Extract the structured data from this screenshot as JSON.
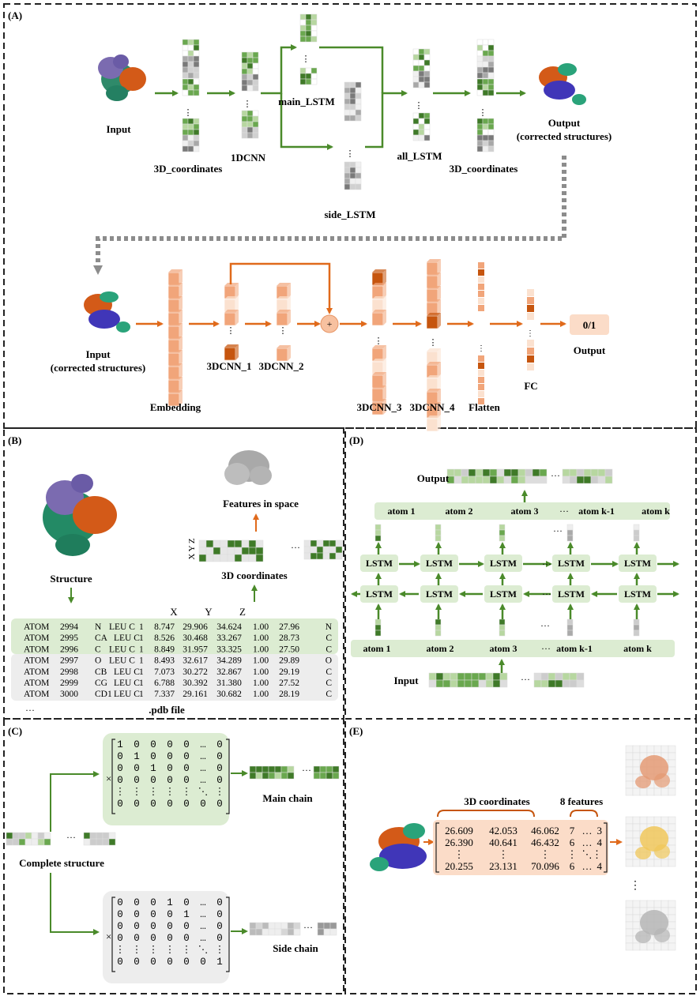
{
  "panels": {
    "a": "(A)",
    "b": "(B)",
    "c": "(C)",
    "d": "(D)",
    "e": "(E)"
  },
  "panelA": {
    "input": "Input",
    "coords_in": "3D_coordinates",
    "cnn": "1DCNN",
    "main_lstm": "main_LSTM",
    "side_lstm": "side_LSTM",
    "all_lstm": "all_LSTM",
    "coords_out": "3D_coordinates",
    "output_line1": "Output",
    "output_line2": "(corrected structures)",
    "input2_line1": "Input",
    "input2_line2": "(corrected structures)",
    "embedding": "Embedding",
    "cnn1": "3DCNN_1",
    "cnn2": "3DCNN_2",
    "plus": "+",
    "cnn3": "3DCNN_3",
    "cnn4": "3DCNN_4",
    "flatten": "Flatten",
    "fc": "FC",
    "result": "0/1",
    "output": "Output",
    "dots": "⋮"
  },
  "panelB": {
    "structure": "Structure",
    "features": "Features in space",
    "xyz_axis": "X Y Z",
    "coords": "3D coordinates",
    "ellipsis": "···",
    "col_x": "X",
    "col_y": "Y",
    "col_z": "Z",
    "rows": [
      [
        "ATOM",
        "2994",
        "N",
        "LEU C",
        "1",
        "8.747",
        "29.906",
        "34.624",
        "1.00",
        "27.96",
        "N"
      ],
      [
        "ATOM",
        "2995",
        "CA",
        "LEU C",
        "1",
        "8.526",
        "30.468",
        "33.267",
        "1.00",
        "28.73",
        "C"
      ],
      [
        "ATOM",
        "2996",
        "C",
        "LEU C",
        "1",
        "8.849",
        "31.957",
        "33.325",
        "1.00",
        "27.50",
        "C"
      ],
      [
        "ATOM",
        "2997",
        "O",
        "LEU C",
        "1",
        "8.493",
        "32.617",
        "34.289",
        "1.00",
        "29.89",
        "O"
      ],
      [
        "ATOM",
        "2998",
        "CB",
        "LEU C",
        "1",
        "7.073",
        "30.272",
        "32.867",
        "1.00",
        "29.19",
        "C"
      ],
      [
        "ATOM",
        "2999",
        "CG",
        "LEU C",
        "1",
        "6.788",
        "30.392",
        "31.380",
        "1.00",
        "27.52",
        "C"
      ],
      [
        "ATOM",
        "3000",
        "CD1",
        "LEU C",
        "1",
        "7.337",
        "29.161",
        "30.682",
        "1.00",
        "28.19",
        "C"
      ]
    ],
    "more": "···",
    "file": ".pdb file"
  },
  "panelC": {
    "complete": "Complete structure",
    "main_chain": "Main chain",
    "side_chain": "Side chain",
    "times": "×",
    "ellipsis": "···",
    "main_matrix": [
      [
        "1",
        "0",
        "0",
        "0",
        "0",
        "…",
        "0"
      ],
      [
        "0",
        "1",
        "0",
        "0",
        "0",
        "…",
        "0"
      ],
      [
        "0",
        "0",
        "1",
        "0",
        "0",
        "…",
        "0"
      ],
      [
        "0",
        "0",
        "0",
        "0",
        "0",
        "…",
        "0"
      ],
      [
        "⋮",
        "⋮",
        "⋮",
        "⋮",
        "⋮",
        "⋱",
        "⋮"
      ],
      [
        "0",
        "0",
        "0",
        "0",
        "0",
        "0",
        "0"
      ]
    ],
    "side_matrix": [
      [
        "0",
        "0",
        "0",
        "1",
        "0",
        "…",
        "0"
      ],
      [
        "0",
        "0",
        "0",
        "0",
        "1",
        "…",
        "0"
      ],
      [
        "0",
        "0",
        "0",
        "0",
        "0",
        "…",
        "0"
      ],
      [
        "0",
        "0",
        "0",
        "0",
        "0",
        "…",
        "0"
      ],
      [
        "⋮",
        "⋮",
        "⋮",
        "⋮",
        "⋮",
        "⋱",
        "⋮"
      ],
      [
        "0",
        "0",
        "0",
        "0",
        "0",
        "0",
        "1"
      ]
    ]
  },
  "panelD": {
    "output": "Output",
    "input": "Input",
    "lstm": "LSTM",
    "atoms": [
      "atom 1",
      "atom 2",
      "atom 3",
      "atom k-1",
      "atom k"
    ],
    "ellipsis": "···"
  },
  "panelE": {
    "coords": "3D coordinates",
    "features": "8 features",
    "matrix": [
      [
        "26.609",
        "42.053",
        "46.062",
        "7",
        "…",
        "3"
      ],
      [
        "26.390",
        "40.641",
        "46.432",
        "6",
        "…",
        "4"
      ],
      [
        "⋮",
        "⋮",
        "⋮",
        "⋮",
        "⋱",
        "⋮"
      ],
      [
        "20.255",
        "23.131",
        "70.096",
        "6",
        "…",
        "4"
      ]
    ],
    "vdots": "⋮"
  },
  "colors": {
    "green_dark": "#3f7a28",
    "green_mid": "#6aa84f",
    "green_light": "#b7d7a0",
    "orange_dark": "#c6550e",
    "orange_mid": "#f1a57a",
    "orange_light": "#fbe1cf",
    "gray": "#bdbdbd",
    "arrow_green": "#4a8a2a",
    "arrow_orange": "#e06a1b",
    "panel_green": "#dcecd2",
    "panel_gray": "#ededed",
    "panel_orange": "#fbdcc8"
  }
}
